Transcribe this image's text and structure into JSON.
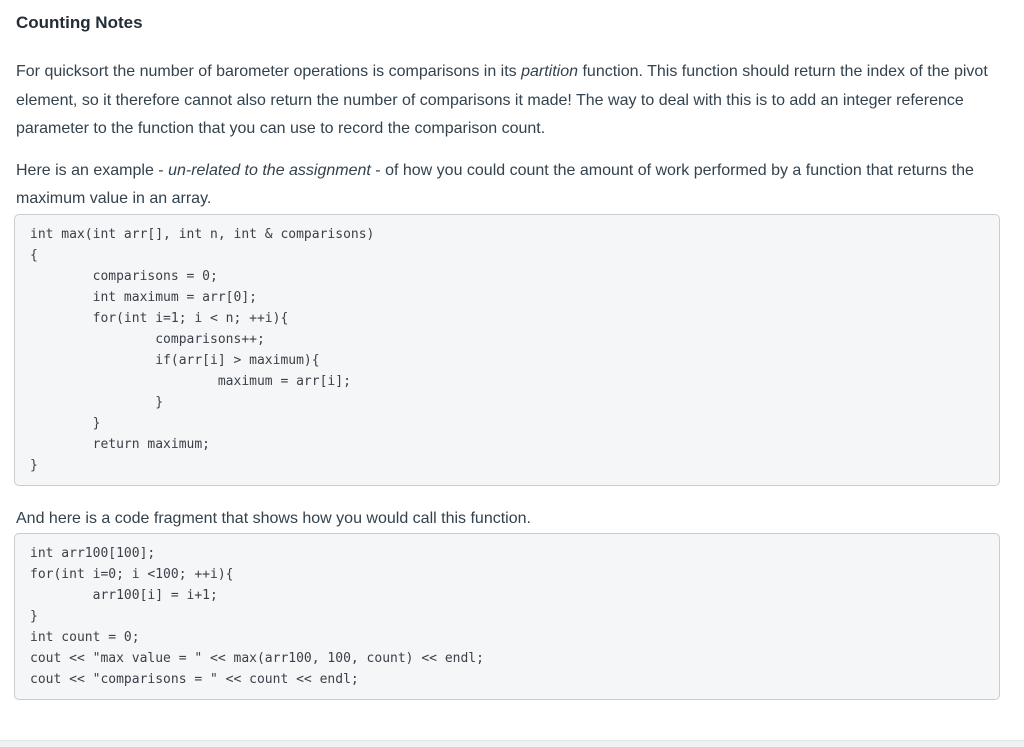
{
  "page": {
    "title": "Counting Notes"
  },
  "paragraph1": {
    "part1": "For quicksort the number of barometer operations is comparisons in its ",
    "italic": "partition",
    "part2": " function. This function should return the index of the pivot element, so it therefore cannot also return the number of comparisons it made! The way to deal with this is to add an integer reference parameter to the function that you can use to record the comparison count."
  },
  "paragraph2": {
    "part1": "Here is an example - ",
    "italic": "un-related to the assignment",
    "part2": " - of how you could count the amount of work performed by a function that returns the maximum value in an array."
  },
  "paragraph3": "And here is a code fragment that shows how you would call this function.",
  "code_blocks": [
    {
      "language": "cpp",
      "code": "int max(int arr[], int n, int & comparisons)\n{\n        comparisons = 0;\n        int maximum = arr[0];\n        for(int i=1; i < n; ++i){\n                comparisons++;\n                if(arr[i] > maximum){\n                        maximum = arr[i];\n                }\n        }\n        return maximum;\n}"
    },
    {
      "language": "cpp",
      "code": "int arr100[100];\nfor(int i=0; i <100; ++i){\n        arr100[i] = i+1;\n}\nint count = 0;\ncout << \"max value = \" << max(arr100, 100, count) << endl;\ncout << \"comparisons = \" << count << endl;"
    }
  ],
  "colors": {
    "text": "#2d3b45",
    "code_text": "#3a4149",
    "code_background": "#f5f6f7",
    "code_border": "#c7cdd1",
    "page_background": "#ffffff"
  }
}
